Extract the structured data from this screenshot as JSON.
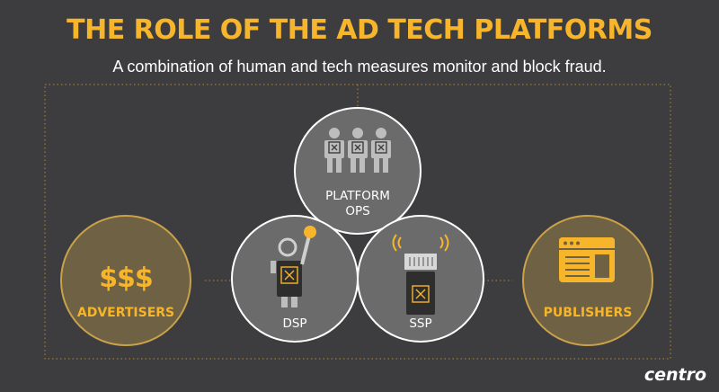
{
  "header": {
    "title": "THE ROLE OF THE AD TECH PLATFORMS",
    "subtitle": "A combination of human and tech measures monitor and block fraud."
  },
  "nodes": {
    "platform_ops": {
      "line1": "PLATFORM",
      "line2": "OPS",
      "icon": "people-icon"
    },
    "dsp": {
      "label": "DSP",
      "icon": "robot-icon"
    },
    "ssp": {
      "label": "SSP",
      "icon": "server-icon"
    },
    "advertisers": {
      "symbol": "$$$",
      "label": "ADVERTISERS"
    },
    "publishers": {
      "label": "PUBLISHERS",
      "icon": "browser-window-icon"
    }
  },
  "brand": {
    "logo": "centro"
  },
  "colors": {
    "background": "#3d3d3f",
    "accent": "#f7b52c",
    "circle_gray": "#6b6b6b",
    "circle_olive": "#6f6143"
  }
}
